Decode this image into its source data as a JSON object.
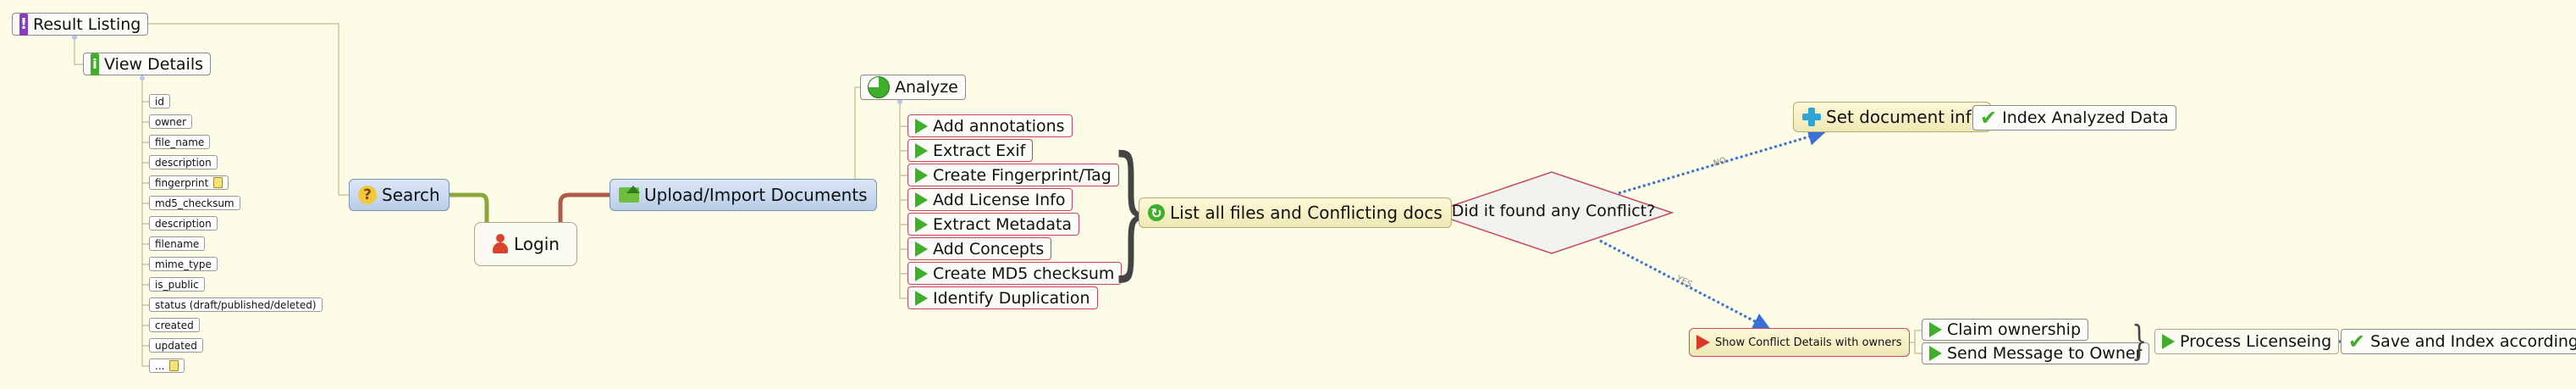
{
  "nodes": {
    "result_listing": "Result Listing",
    "view_details": "View Details",
    "search": "Search",
    "login": "Login",
    "upload": "Upload/Import Documents",
    "analyze": "Analyze",
    "list_conflicts": "List all files and Conflicting docs",
    "decision": "Did it found any Conflict?",
    "set_doc_info": "Set document info",
    "index_analyzed": "Index Analyzed Data",
    "show_conflict": "Show Conflict Details with owners",
    "claim": "Claim ownership",
    "send_message": "Send Message to Owner",
    "process_licensing": "Process Licenseing",
    "save_index": "Save and Index accordingly"
  },
  "fields": [
    "id",
    "owner",
    "file_name",
    "description",
    "fingerprint",
    "md5_checksum",
    "description",
    "filename",
    "mime_type",
    "is_public",
    "status (draft/published/deleted)",
    "created",
    "updated",
    "..."
  ],
  "analyze_steps": [
    "Add annotations",
    "Extract Exif",
    "Create Fingerprint/Tag",
    "Add License Info",
    "Extract Metadata",
    "Add Concepts",
    "Create MD5 checksum",
    "Identify Duplication"
  ],
  "edge_labels": {
    "no": "NO",
    "yes": "YES"
  },
  "colors": {
    "background": "#fdfce6",
    "connector_blue": "#3a6fd8",
    "accent_red": "#c7475f",
    "icon_green": "#3fae2a"
  },
  "icons": {
    "result_listing": "exclamation-icon",
    "view_details": "info-icon",
    "search": "question-icon",
    "login": "person-icon",
    "upload": "folder-upload-icon",
    "analyze": "pie-progress-icon",
    "list_conflicts": "refresh-icon",
    "set_doc_info": "plus-icon",
    "index_analyzed": "checkmark-icon",
    "show_conflict": "red-flag-icon",
    "save_index": "checkmark-icon",
    "step": "green-arrow-icon"
  }
}
